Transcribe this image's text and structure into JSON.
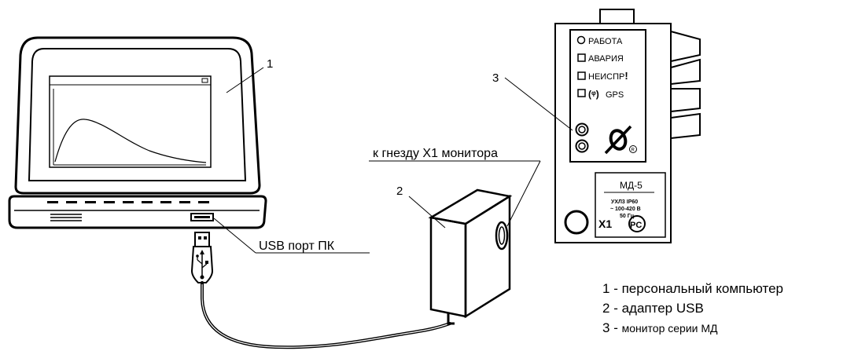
{
  "callouts": {
    "pc": "1",
    "adapter": "2",
    "monitor": "3"
  },
  "labels": {
    "usb_port": "USB порт ПК",
    "socket_x1": "к гнезду X1 монитора"
  },
  "monitor_panel": {
    "indicators": [
      {
        "label": "РАБОТА",
        "marker": "circle"
      },
      {
        "label": "АВАРИЯ",
        "marker": "square"
      },
      {
        "label": "НЕИСПР",
        "marker": "square",
        "suffix": "!"
      },
      {
        "label": "GPS",
        "marker": "square",
        "prefix": "(ᵠ)"
      }
    ],
    "model": "МД-5",
    "spec_lines": [
      "УХЛ3  IP60",
      "~ 100-420 В",
      "50 Гц"
    ],
    "socket_label": "X1",
    "cert_mark": "РСТ"
  },
  "legend": [
    {
      "num": "1",
      "sep": " - ",
      "text": "персональный компьютер"
    },
    {
      "num": "2",
      "sep": " - ",
      "text": "адаптер USB"
    },
    {
      "num": "3",
      "sep": " - ",
      "text": "монитор серии МД"
    }
  ]
}
